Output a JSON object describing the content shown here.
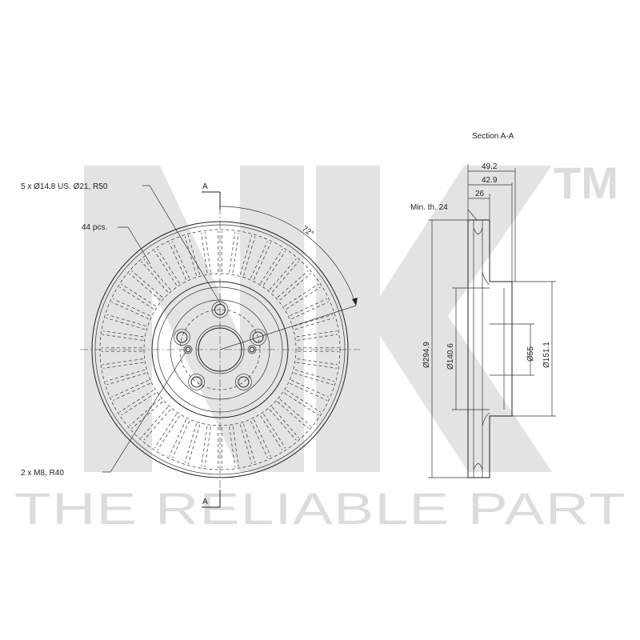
{
  "watermark": {
    "logo": "NK",
    "trademark": "TM",
    "tagline": "THE RELIABLE PART"
  },
  "front_view": {
    "label_holes": "5 x Ø14.8 US. Ø21, R50",
    "label_vanes": "44 pcs.",
    "label_threads": "2 x M8, R40",
    "label_angle": "72°",
    "section_marker_top": "A",
    "section_marker_bottom": "A",
    "vane_count": 44,
    "bolt_count": 5,
    "bolt_angle_deg": 72
  },
  "section_view": {
    "title": "Section A-A",
    "dim_total_height": "49.2",
    "dim_hat_height": "42.9",
    "dim_disc_thickness": "26",
    "min_thickness": "Min. th. 24",
    "dim_outer_diameter": "Ø294.9",
    "dim_hat_inner_diameter": "Ø140.6",
    "dim_center_bore": "Ø55",
    "dim_hat_outer_diameter": "Ø151.1"
  },
  "colors": {
    "line": "#222222",
    "watermark": "#dcdcdc"
  }
}
